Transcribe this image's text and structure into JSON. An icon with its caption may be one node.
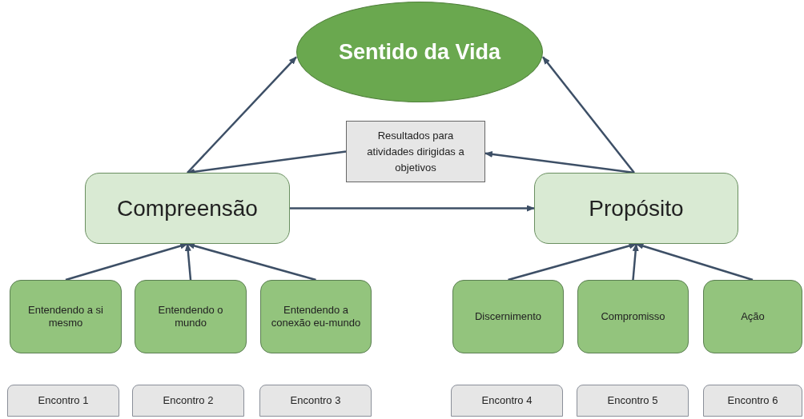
{
  "diagram": {
    "nodes": [
      {
        "text": [
          "Sentido da Vida"
        ]
      },
      {
        "text": [
          "Resultados para atividades dirigidas a objetivos"
        ]
      },
      {
        "text": [
          "Compreensão"
        ]
      },
      {
        "text": [
          "Propósito"
        ]
      },
      {
        "text": [
          "Entendendo a si mesmo"
        ]
      },
      {
        "text": [
          "Entendendo o mundo"
        ]
      },
      {
        "text": [
          "Entendendo a conexão eu-mundo"
        ]
      },
      {
        "text": [
          "Discernimento"
        ]
      },
      {
        "text": [
          "Compromisso"
        ]
      },
      {
        "text": [
          "Ação"
        ]
      },
      {
        "text": [
          "Encontro 1"
        ]
      },
      {
        "text": [
          "Encontro 2"
        ]
      },
      {
        "text": [
          "Encontro 3"
        ]
      },
      {
        "text": [
          "Encontro 4"
        ]
      },
      {
        "text": [
          "Encontro 5"
        ]
      },
      {
        "text": [
          "Encontro 6"
        ]
      }
    ],
    "edges": [
      {
        "from": 2,
        "to": 0,
        "arrow": "to"
      },
      {
        "from": 3,
        "to": 0,
        "arrow": "to"
      },
      {
        "from": 1,
        "to": 2,
        "arrow": "to"
      },
      {
        "from": 3,
        "to": 1,
        "arrow": "to"
      },
      {
        "from": 2,
        "to": 3,
        "arrow": "to"
      },
      {
        "from": 4,
        "to": 2,
        "arrow": "to"
      },
      {
        "from": 5,
        "to": 2,
        "arrow": "to"
      },
      {
        "from": 6,
        "to": 2,
        "arrow": "to"
      },
      {
        "from": 7,
        "to": 3,
        "arrow": "to"
      },
      {
        "from": 8,
        "to": 3,
        "arrow": "to"
      },
      {
        "from": 9,
        "to": 3,
        "arrow": "to"
      }
    ]
  }
}
